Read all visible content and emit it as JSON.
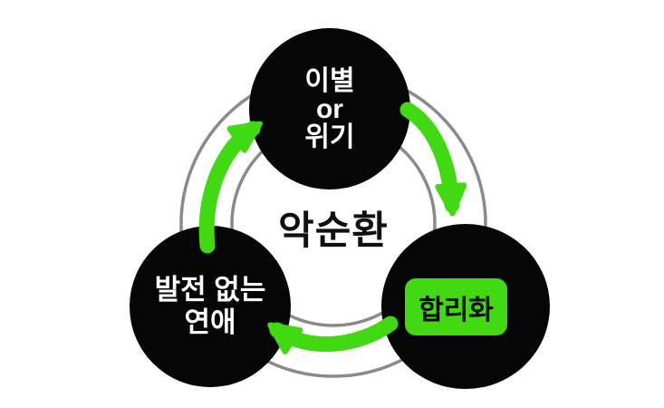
{
  "diagram": {
    "center_label": "악순환",
    "nodes": {
      "top": {
        "lines": [
          "이별",
          "or",
          "위기"
        ]
      },
      "bottom_left": {
        "lines": [
          "발전 없는",
          "연애"
        ]
      },
      "bottom_right": {
        "badge_label": "합리화"
      }
    },
    "colors": {
      "background": "#ffffff",
      "node_fill": "#060606",
      "node_text": "#ffffff",
      "accent_green": "#40d912",
      "ring_gray": "#8a8a8a",
      "title_text": "#101010"
    }
  }
}
